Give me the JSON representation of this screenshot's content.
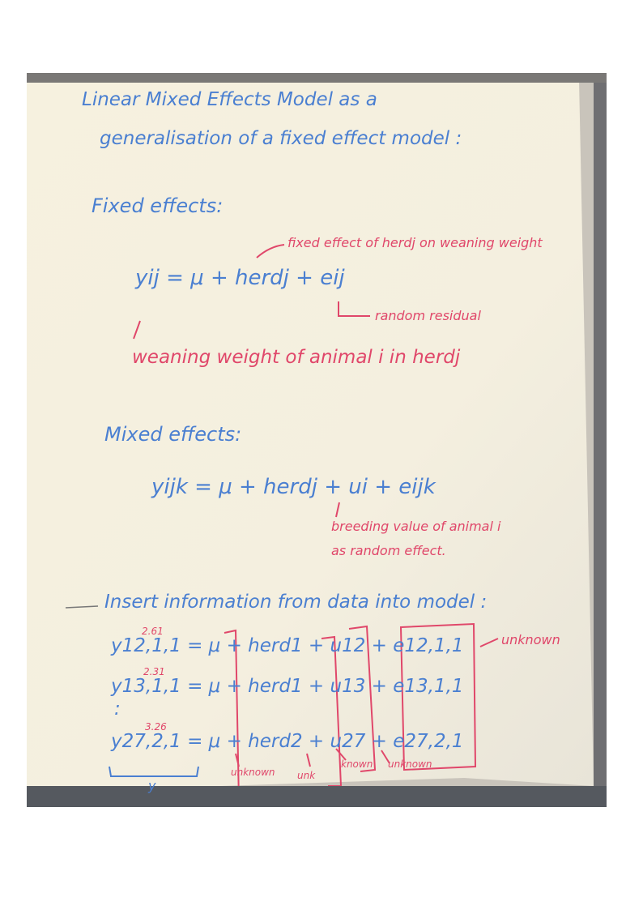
{
  "board": {
    "title_line1": "Linear Mixed Effects Model as a",
    "title_line2": "generalisation of a fixed effect model :",
    "fixed_heading": "Fixed effects:",
    "fixed_equation": "yij = μ + herdj + eij",
    "fixed_note_herd": "fixed effect of herdj on weaning weight",
    "fixed_note_residual": "random residual",
    "fixed_note_y": "weaning weight of animal i in herdj",
    "mixed_heading": "Mixed effects:",
    "mixed_equation": "yijk = μ + herdj + ui + eijk",
    "mixed_note_line1": "breeding value of animal i",
    "mixed_note_line2": "as random effect.",
    "insert_heading": "Insert information from data into model :",
    "row1_value": "2.61",
    "row1": "y12,1,1 = μ + herd1 + u12 + e12,1,1",
    "row2_value": "2.31",
    "row2": "y13,1,1 = μ + herd1 + u13 + e13,1,1",
    "dots": ":",
    "row3_value": "3.26",
    "row3": "y27,2,1 = μ + herd2 + u27 + e27,2,1",
    "label_unknown_top": "unknown",
    "label_unknown_mu": "unknown",
    "label_unknown_herd": "unk",
    "label_known": "known",
    "label_unknown_u": "unknown",
    "y_label": "y"
  }
}
